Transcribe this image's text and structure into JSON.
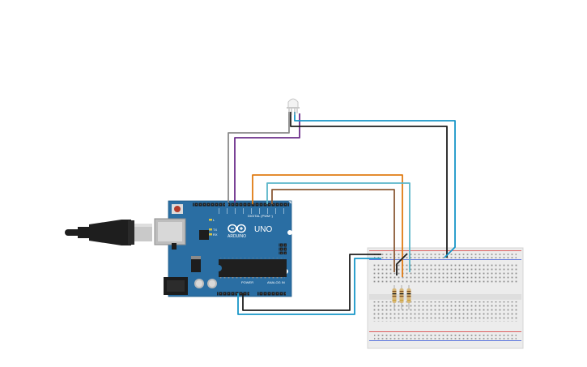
{
  "board": {
    "brand": "ARDUINO",
    "model": "UNO",
    "digital_label": "DIGITAL (PWM~)",
    "power_label": "POWER",
    "analog_label": "ANALOG IN",
    "aref_label": "AREF",
    "gnd_label": "GND",
    "tx_label": "TX",
    "rx_label": "RX",
    "l_label": "L",
    "on_label": "ON"
  },
  "colors": {
    "board_blue": "#2a6ea3",
    "wire_gray": "#8a8a8a",
    "wire_purple": "#6b2e8a",
    "wire_orange": "#e07b12",
    "wire_brown": "#8a5a36",
    "wire_lightblue": "#5bb6c9",
    "wire_black": "#1e1e1e",
    "wire_blue": "#1796c8",
    "breadboard": "#ececec",
    "rail_red": "#d93a3a",
    "rail_blue": "#3a5ad9"
  },
  "components": {
    "led": "rgb-led",
    "resistors": 3,
    "cable": "usb-b-cable",
    "power_jack": "dc-barrel-jack",
    "chip": "atmega328p-dip"
  }
}
